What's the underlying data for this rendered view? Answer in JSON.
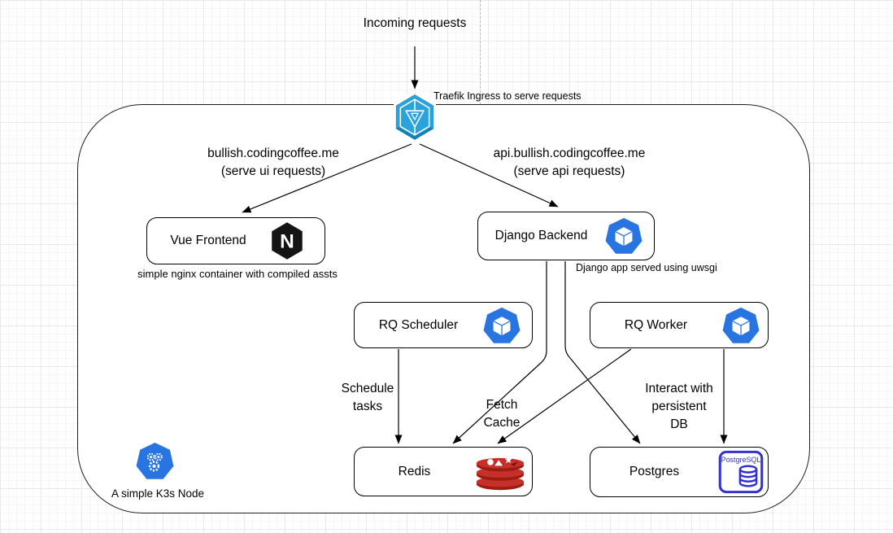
{
  "labels": {
    "incoming": "Incoming requests",
    "traefik_caption": "Traefik Ingress to serve requests",
    "route_ui": [
      "bullish.codingcoffee.me",
      "(serve ui requests)"
    ],
    "route_api": [
      "api.bullish.codingcoffee.me",
      "(serve api requests)"
    ],
    "vue_caption": "simple nginx container with compiled assts",
    "django_caption": "Django app served using uwsgi",
    "schedule_tasks": [
      "Schedule",
      "tasks"
    ],
    "fetch_cache": [
      "Fetch",
      "Cache"
    ],
    "interact_db": [
      "Interact with",
      "persistent",
      "DB"
    ],
    "k3s_caption": "A simple K3s Node"
  },
  "nodes": {
    "traefik": {
      "icon": "traefik-ingress"
    },
    "vue": {
      "label": "Vue Frontend",
      "icon": "nginx"
    },
    "django": {
      "label": "Django Backend",
      "icon": "kubernetes-pod"
    },
    "rq_scheduler": {
      "label": "RQ Scheduler",
      "icon": "kubernetes-pod"
    },
    "rq_worker": {
      "label": "RQ Worker",
      "icon": "kubernetes-pod"
    },
    "redis": {
      "label": "Redis",
      "icon": "redis"
    },
    "postgres": {
      "label": "Postgres",
      "icon": "postgresql",
      "icon_text": "PostgreSQL"
    },
    "k3s": {
      "icon": "k3s"
    }
  },
  "edges": [
    {
      "from": "internet",
      "to": "traefik",
      "label": "Incoming requests"
    },
    {
      "from": "traefik",
      "to": "vue",
      "label": "bullish.codingcoffee.me (serve ui requests)"
    },
    {
      "from": "traefik",
      "to": "django",
      "label": "api.bullish.codingcoffee.me (serve api requests)"
    },
    {
      "from": "rq_scheduler",
      "to": "redis",
      "label": "Schedule tasks"
    },
    {
      "from": "django",
      "to": "redis",
      "label": "Fetch Cache"
    },
    {
      "from": "django",
      "to": "postgres",
      "label": ""
    },
    {
      "from": "rq_worker",
      "to": "redis",
      "label": ""
    },
    {
      "from": "rq_worker",
      "to": "postgres",
      "label": "Interact with persistent DB"
    }
  ],
  "colors": {
    "traefik_blue": "#2AA3DC",
    "traefik_blue_dark": "#1580B2",
    "kubernetes_blue": "#2875E2",
    "nginx_black": "#141414",
    "redis_dark": "#9B1D10",
    "redis_light": "#C6302B",
    "postgres_blue": "#3333CC",
    "line": "#000000"
  }
}
